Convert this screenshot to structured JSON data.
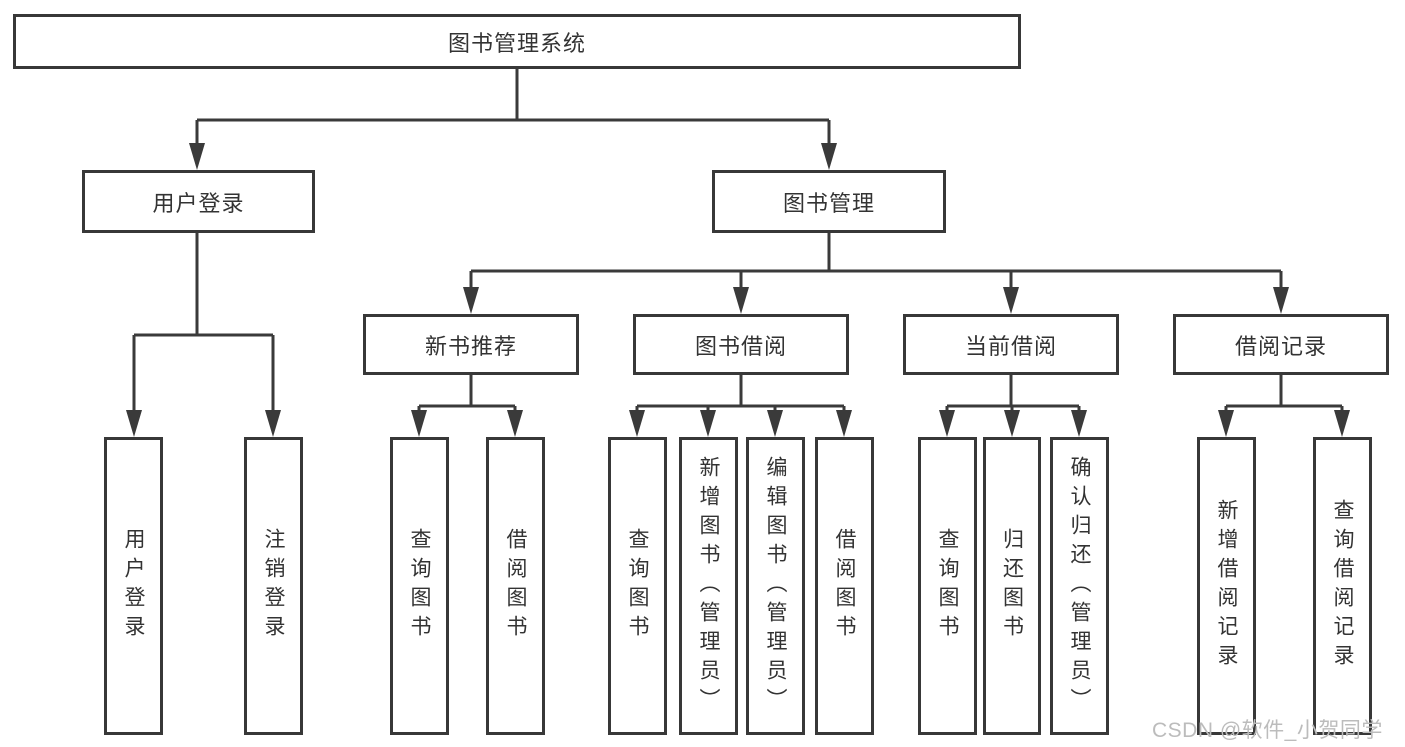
{
  "diagram": {
    "watermark": "CSDN @软件_小贺同学",
    "colors": {
      "line": "#3a3a3a",
      "text": "#333333",
      "background": "#ffffff",
      "watermark": "#bcbcbc"
    },
    "tree": {
      "label": "图书管理系统",
      "children": [
        {
          "label": "用户登录",
          "children": [
            {
              "label": "用户登录"
            },
            {
              "label": "注销登录"
            }
          ]
        },
        {
          "label": "图书管理",
          "children": [
            {
              "label": "新书推荐",
              "children": [
                {
                  "label": "查询图书"
                },
                {
                  "label": "借阅图书"
                }
              ]
            },
            {
              "label": "图书借阅",
              "children": [
                {
                  "label": "查询图书"
                },
                {
                  "label": "新增图书（管理员）"
                },
                {
                  "label": "编辑图书（管理员）"
                },
                {
                  "label": "借阅图书"
                }
              ]
            },
            {
              "label": "当前借阅",
              "children": [
                {
                  "label": "查询图书"
                },
                {
                  "label": "归还图书"
                },
                {
                  "label": "确认归还（管理员）"
                }
              ]
            },
            {
              "label": "借阅记录",
              "children": [
                {
                  "label": "新增借阅记录"
                },
                {
                  "label": "查询借阅记录"
                }
              ]
            }
          ]
        }
      ]
    }
  }
}
